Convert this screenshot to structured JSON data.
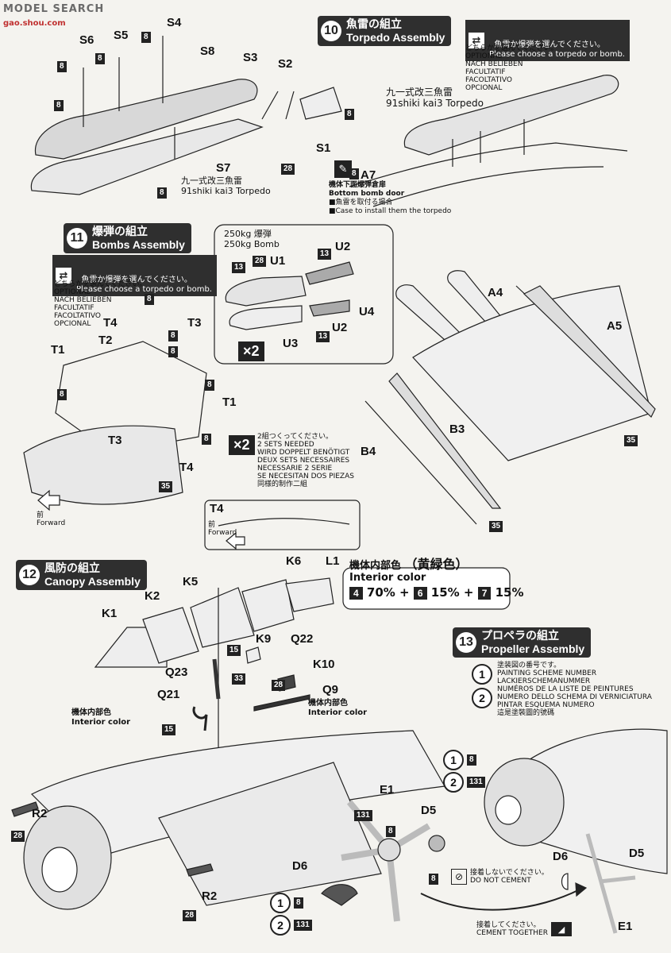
{
  "watermark": {
    "site": "MODEL SEARCH",
    "sub": "gao.shou.com"
  },
  "step10": {
    "num": "10",
    "jp": "魚雷の組立",
    "en": "Torpedo Assembly",
    "choose_note": "魚雷か爆弾を選んでください。\nPlease choose a torpedo or bomb.",
    "optional": "どちらかを選んでください。\nOPTIONAL\nNACH BELIEBEN\nFACULTATIF\nFACOLTATIVO\nOPCIONAL",
    "torpedo_jp": "九一式改三魚雷",
    "torpedo_en": "91shiki kai3 Torpedo",
    "s7_jp": "九一式改三魚雷",
    "s7_en": "91shiki kai3 Torpedo",
    "a7_jp": "機体下面爆弾倉扉",
    "a7_en": "Bottom bomb door",
    "a7_case_jp": "■魚雷を取付る場合",
    "a7_case_en": "■Case to install them the torpedo",
    "parts": [
      "S6",
      "S5",
      "S4",
      "S8",
      "S3",
      "S2",
      "S1",
      "S7",
      "A7"
    ],
    "badges": [
      "8",
      "8",
      "8",
      "8",
      "8",
      "8",
      "8",
      "28"
    ]
  },
  "step11": {
    "num": "11",
    "jp": "爆弾の組立",
    "en": "Bombs Assembly",
    "choose_note": "魚雷か爆弾を選んでください。\nPlease choose a torpedo or bomb.",
    "optional": "どちらかを選んでください。\nOPTIONAL\nNACH BELIEBEN\nFACULTATIF\nFACOLTATIVO\nOPCIONAL",
    "bomb_jp": "250kg 爆弾",
    "bomb_en": "250kg Bomb",
    "x2a": "×2",
    "x2b": "×2",
    "sets": "2組つくってください。\n2 SETS NEEDED\nWIRD DOPPELT BENÖTIGT\nDEUX SETS NECESSAIRES\nNECESSARIE 2 SERIE\nSE NECESITAN DOS PIEZAS\n同様的制作二組",
    "forward_jp": "前",
    "forward_en": "Forward",
    "t4_title": "T4",
    "parts": [
      "U1",
      "U2",
      "U2",
      "U3",
      "U4",
      "T4",
      "T3",
      "T2",
      "T1",
      "T1",
      "T3",
      "T4",
      "A4",
      "A5",
      "B3",
      "B4"
    ],
    "badges": [
      "13",
      "28",
      "13",
      "13",
      "8",
      "8",
      "8",
      "8",
      "8",
      "8",
      "35",
      "35",
      "35"
    ]
  },
  "step12": {
    "num": "12",
    "jp": "風防の組立",
    "en": "Canopy Assembly",
    "interior_jp": "機体内部色",
    "interior_en": "Interior color",
    "interior_tint": "（黄緑色）",
    "mix": {
      "a_num": "4",
      "a_pct": "70%",
      "b_num": "6",
      "b_pct": "15%",
      "c_num": "7",
      "c_pct": "15%"
    },
    "interior2_jp": "機体内部色",
    "interior2_en": "Interior color",
    "interior3_jp": "機体内部色",
    "interior3_en": "Interior color",
    "parts": [
      "K1",
      "K2",
      "K5",
      "K6",
      "L1",
      "K9",
      "Q22",
      "K10",
      "Q23",
      "Q9",
      "Q21",
      "R2",
      "R2"
    ],
    "badges": [
      "15",
      "33",
      "28",
      "15",
      "28",
      "28"
    ]
  },
  "step13": {
    "num": "13",
    "jp": "プロペラの組立",
    "en": "Propeller Assembly",
    "scheme": "塗装図の番号です。\nPAINTING SCHEME NUMBER\nLACKIERSCHEMANUMMER\nNUMÉROS DE LA LISTE DE PEINTURES\nNUMERO DELLO SCHEMA DI VERNICIATURA\nPINTAR ESQUEMA NUMERO\n這是塗裝圖的號碼",
    "no_cement_jp": "接着しないでください。",
    "no_cement_en": "DO NOT CEMENT",
    "cement_jp": "接着してください。",
    "cement_en": "CEMENT TOGETHER",
    "parts": [
      "E1",
      "D5",
      "D6",
      "D6",
      "D5",
      "E1"
    ],
    "scheme_items": [
      {
        "n": "1",
        "c": "8"
      },
      {
        "n": "2",
        "c": "131"
      },
      {
        "n": "1",
        "c": "8"
      },
      {
        "n": "2",
        "c": "131"
      }
    ],
    "badges": [
      "131",
      "8",
      "8"
    ]
  }
}
